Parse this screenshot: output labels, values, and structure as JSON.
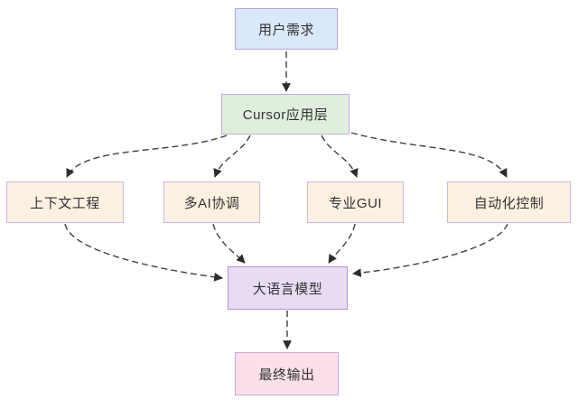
{
  "diagram": {
    "type": "flowchart",
    "nodes": [
      {
        "id": "user-requirement",
        "label": "用户需求",
        "fill": "#d9e8fb",
        "border": "#b4a6e0"
      },
      {
        "id": "cursor-app-layer",
        "label": "Cursor应用层",
        "fill": "#dfeedd",
        "border": "#c0ace6"
      },
      {
        "id": "context-engineering",
        "label": "上下文工程",
        "fill": "#fdf1e2",
        "border": "#c9b6e8"
      },
      {
        "id": "multi-ai-coordination",
        "label": "多AI协调",
        "fill": "#fdf1e2",
        "border": "#c9b6e8"
      },
      {
        "id": "professional-gui",
        "label": "专业GUI",
        "fill": "#fdf1e2",
        "border": "#c9b6e8"
      },
      {
        "id": "automation-control",
        "label": "自动化控制",
        "fill": "#fdf1e2",
        "border": "#c9b6e8"
      },
      {
        "id": "large-language-model",
        "label": "大语言模型",
        "fill": "#e8dcf5",
        "border": "#b095dc"
      },
      {
        "id": "final-output",
        "label": "最终输出",
        "fill": "#fbdfe9",
        "border": "#c9aade"
      }
    ],
    "edges": [
      {
        "from": "用户需求",
        "to": "Cursor应用层",
        "style": "dashed-arrow"
      },
      {
        "from": "Cursor应用层",
        "to": "上下文工程",
        "style": "dashed-arrow"
      },
      {
        "from": "Cursor应用层",
        "to": "多AI协调",
        "style": "dashed-arrow"
      },
      {
        "from": "Cursor应用层",
        "to": "专业GUI",
        "style": "dashed-arrow"
      },
      {
        "from": "Cursor应用层",
        "to": "自动化控制",
        "style": "dashed-arrow"
      },
      {
        "from": "上下文工程",
        "to": "大语言模型",
        "style": "dashed-arrow"
      },
      {
        "from": "多AI协调",
        "to": "大语言模型",
        "style": "dashed-arrow"
      },
      {
        "from": "专业GUI",
        "to": "大语言模型",
        "style": "dashed-arrow"
      },
      {
        "from": "自动化控制",
        "to": "大语言模型",
        "style": "dashed-arrow"
      },
      {
        "from": "大语言模型",
        "to": "最终输出",
        "style": "dashed-arrow"
      }
    ],
    "edge_style": {
      "stroke": "#404040",
      "dash_pattern": "7 4",
      "arrowhead": "#2d2d2d"
    },
    "background": "#ffffff",
    "text_color": "#333333"
  }
}
